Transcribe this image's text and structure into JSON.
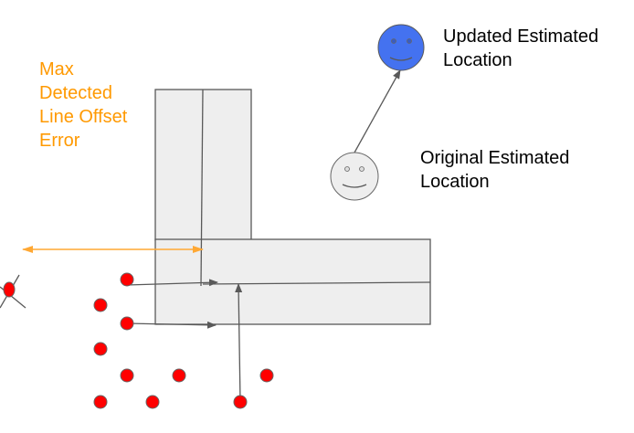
{
  "labels": {
    "max_offset": [
      "Max",
      "Detected",
      "Line Offset",
      "Error"
    ],
    "updated": [
      "Updated Estimated",
      "Location"
    ],
    "original": [
      "Original Estimated",
      "Location"
    ]
  },
  "colors": {
    "orange": "#ff9900",
    "building_fill": "#eeeeee",
    "point": "#ff0000",
    "updated_face": "#4472f0",
    "original_face": "#eeeeee",
    "arrow": "#595959"
  }
}
